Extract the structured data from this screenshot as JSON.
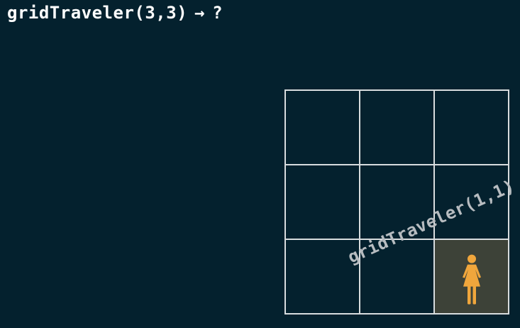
{
  "header": {
    "call": "gridTraveler(3,3)",
    "arrow": "→",
    "result": "?"
  },
  "grid": {
    "rows": 3,
    "cols": 3,
    "highlight_cell": {
      "row": 2,
      "col": 2
    }
  },
  "annotation": {
    "label": "gridTraveler(1,1)"
  },
  "colors": {
    "background": "#04212e",
    "grid_line": "#d8dcde",
    "highlight_cell": "#3d4238",
    "person": "#f0a63c",
    "annotation_text": "#b7bcc0"
  },
  "icons": {
    "traveler": "person-icon"
  }
}
